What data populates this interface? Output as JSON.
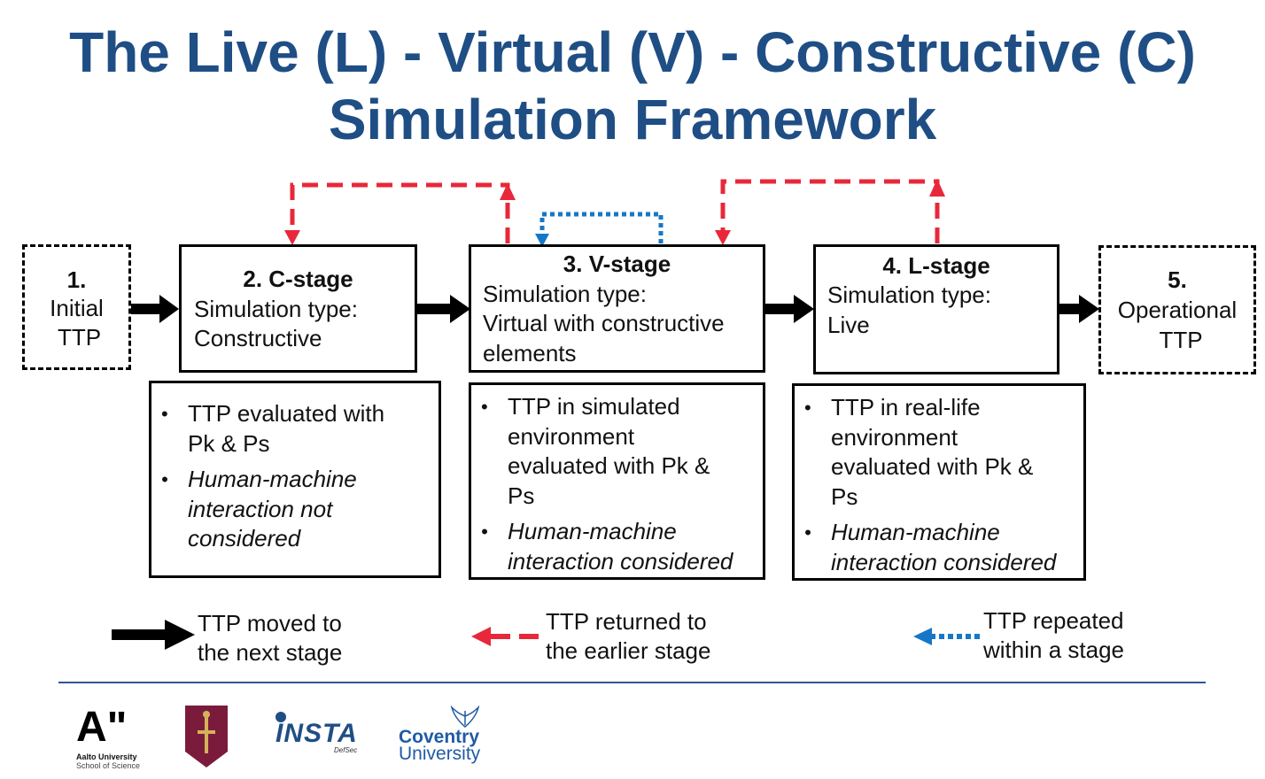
{
  "title": {
    "line1": "The Live (L) - Virtual (V) - Constructive (C)",
    "line2": "Simulation Framework"
  },
  "stages": {
    "initial": {
      "number": "1.",
      "line1": "Initial",
      "line2": "TTP"
    },
    "c_stage": {
      "heading": "2. C-stage",
      "line1": "Simulation type:",
      "line2": "Constructive"
    },
    "v_stage": {
      "heading": "3. V-stage",
      "line1": "Simulation type:",
      "line2": "Virtual with constructive",
      "line3": "elements"
    },
    "l_stage": {
      "heading": "4. L-stage",
      "line1": "Simulation type:",
      "line2": "Live"
    },
    "operational": {
      "number": "5.",
      "line1": "Operational",
      "line2": "TTP"
    }
  },
  "details": {
    "c": {
      "b1": [
        "TTP evaluated with",
        "Pk & Ps"
      ],
      "b2": [
        "Human-machine",
        "interaction not",
        "considered"
      ]
    },
    "v": {
      "b1": [
        "TTP in simulated",
        "environment",
        "evaluated with Pk &",
        "Ps"
      ],
      "b2": [
        "Human-machine",
        "interaction considered"
      ]
    },
    "l": {
      "b1": [
        "TTP in real-life",
        "environment",
        "evaluated with Pk &",
        "Ps"
      ],
      "b2": [
        "Human-machine",
        "interaction considered"
      ]
    }
  },
  "legend": {
    "next": [
      "TTP moved to",
      "the next stage"
    ],
    "returned": [
      "TTP returned to",
      "the earlier stage"
    ],
    "repeated": [
      "TTP repeated",
      "within a stage"
    ]
  },
  "logos": {
    "aalto_mark": "A\"",
    "aalto_line1": "Aalto University",
    "aalto_line2": "School of Science",
    "insta": "INSTA",
    "insta_sub": "DefSec",
    "coventry_line1": "Coventry",
    "coventry_line2": "University"
  },
  "colors": {
    "title": "#1f4e85",
    "return_arrow": "#e8283a",
    "repeat_arrow": "#1677c9",
    "rule": "#2f5597"
  }
}
